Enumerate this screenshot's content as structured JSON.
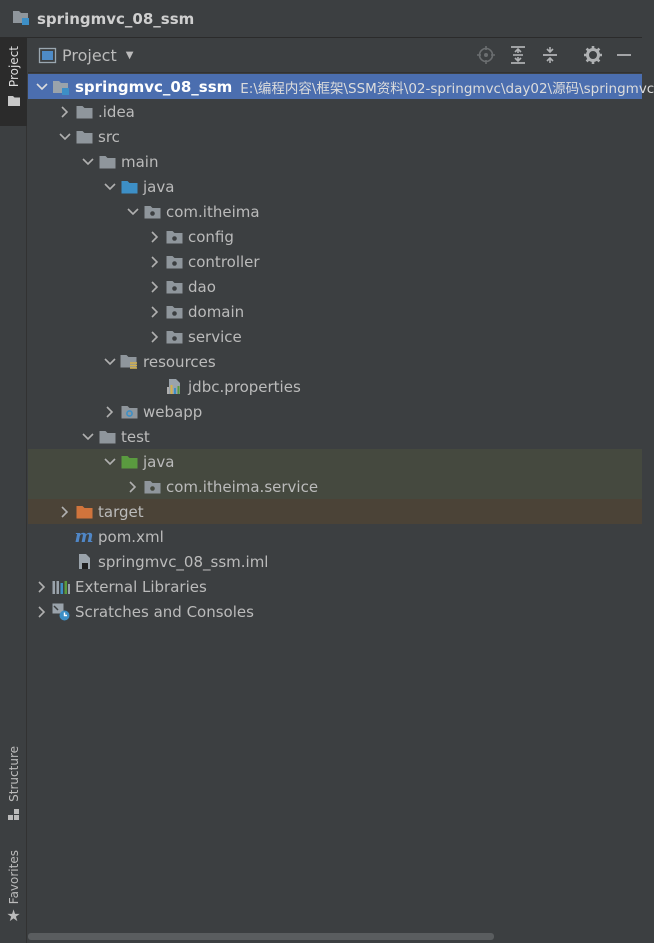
{
  "window": {
    "title": "springmvc_08_ssm",
    "title_icon": "project-folder-icon"
  },
  "side_tabs": {
    "project": "Project",
    "structure": "Structure",
    "favorites": "Favorites"
  },
  "panel": {
    "title": "Project",
    "tools": [
      "locate-icon",
      "expand-all-icon",
      "collapse-all-icon",
      "gear-icon",
      "minimize-icon"
    ]
  },
  "tree": {
    "root": {
      "label": "springmvc_08_ssm",
      "path": "E:\\编程内容\\框架\\SSM资料\\02-springmvc\\day02\\源码\\springmvc"
    },
    "idea": ".idea",
    "src": "src",
    "main": "main",
    "main_java": "java",
    "com_itheima": "com.itheima",
    "config": "config",
    "controller": "controller",
    "dao": "dao",
    "domain": "domain",
    "service": "service",
    "resources": "resources",
    "jdbc": "jdbc.properties",
    "webapp": "webapp",
    "test": "test",
    "test_java": "java",
    "com_itheima_service": "com.itheima.service",
    "target": "target",
    "pom": "pom.xml",
    "iml": "springmvc_08_ssm.iml",
    "external_libraries": "External Libraries",
    "scratches": "Scratches and Consoles"
  },
  "colors": {
    "selection": "#4b6eaf",
    "folder": "#8f969c",
    "source_folder": "#3d8fc6",
    "test_folder": "#5a9b3f",
    "excluded_folder": "#d0743c",
    "maven": "#4f86c6"
  }
}
